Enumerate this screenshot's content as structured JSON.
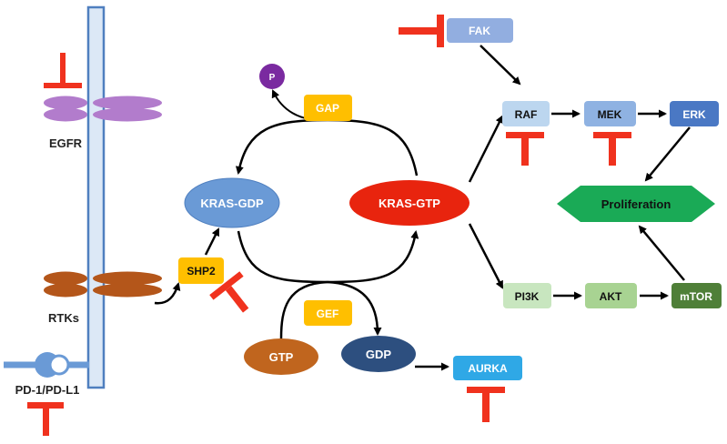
{
  "membrane": {
    "receptors": [
      {
        "id": "egfr",
        "label": "EGFR"
      },
      {
        "id": "rtk",
        "label": "RTKs"
      },
      {
        "id": "pd1",
        "label": "PD-1/PD-L1"
      }
    ]
  },
  "cycle": {
    "kras_gdp": "KRAS-GDP",
    "kras_gtp": "KRAS-GTP",
    "gap": "GAP",
    "gef": "GEF",
    "phosphate": "P",
    "gtp": "GTP",
    "gdp": "GDP",
    "shp2": "SHP2",
    "aurka": "AURKA"
  },
  "pathways": {
    "fak": "FAK",
    "raf": "RAF",
    "mek": "MEK",
    "erk": "ERK",
    "pi3k": "PI3K",
    "akt": "AKT",
    "mtor": "mTOR",
    "proliferation": "Proliferation"
  },
  "colors": {
    "inhibitor": "#f0321e",
    "membrane_fill": "#dce8f6",
    "membrane_stroke": "#4f7fbf",
    "egfr": "#b27ccc",
    "rtk": "#b4561a",
    "kras_gdp": "#6a9ad6",
    "kras_gtp": "#e8240e",
    "gap_gef_shp2": "#ffbf00",
    "phosphate": "#7a2aa0",
    "gtp": "#c0651e",
    "gdp": "#2d4f7f",
    "aurka": "#2fa8e6",
    "fak": "#92aee0",
    "raf": "#bcd6ef",
    "mek": "#8fb2e2",
    "erk": "#4a78c4",
    "pi3k": "#c8e6bf",
    "akt": "#a8d392",
    "mtor": "#4f7f38",
    "proliferation": "#1aaa56"
  }
}
